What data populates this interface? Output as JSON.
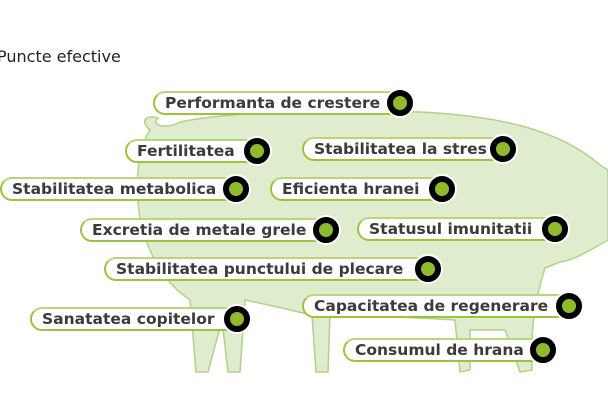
{
  "title": "Puncte efective",
  "colors": {
    "accent": "#8fba2c",
    "pig_fill": "#dfeccd",
    "pig_outline": "#b5d08a",
    "ring": "#000000"
  },
  "items": [
    {
      "label": "Performanta de crestere",
      "icon": "green-dot-icon"
    },
    {
      "label": "Fertilitatea",
      "icon": "green-dot-icon"
    },
    {
      "label": "Stabilitatea la stres",
      "icon": "green-dot-icon"
    },
    {
      "label": "Stabilitatea metabolica",
      "icon": "green-dot-icon"
    },
    {
      "label": "Eficienta hranei",
      "icon": "green-dot-icon"
    },
    {
      "label": "Excretia de metale grele",
      "icon": "green-dot-icon"
    },
    {
      "label": "Statusul imunitatii",
      "icon": "green-dot-icon"
    },
    {
      "label": "Stabilitatea punctului de plecare",
      "icon": "green-dot-icon"
    },
    {
      "label": "Capacitatea de regenerare",
      "icon": "green-dot-icon"
    },
    {
      "label": "Sanatatea copitelor",
      "icon": "green-dot-icon"
    },
    {
      "label": "Consumul de hrana",
      "icon": "green-dot-icon"
    }
  ]
}
